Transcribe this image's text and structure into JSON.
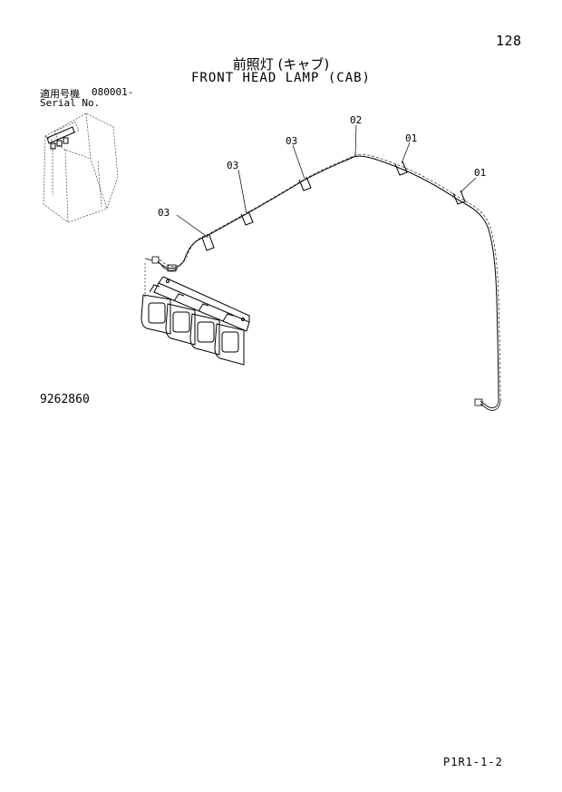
{
  "header": {
    "page_number": "128",
    "title_jp": "前照灯 (キャブ)",
    "title_en": "FRONT HEAD LAMP (CAB)"
  },
  "serial": {
    "label_jp": "適用号機",
    "value": "080001-",
    "label_en": "Serial No."
  },
  "diagram": {
    "callouts": {
      "c01_a": "01",
      "c01_b": "01",
      "c02": "02",
      "c03_a": "03",
      "c03_b": "03",
      "c03_c": "03"
    }
  },
  "footer": {
    "drawing_number": "9262860",
    "page_code": "P1R1-1-2"
  }
}
